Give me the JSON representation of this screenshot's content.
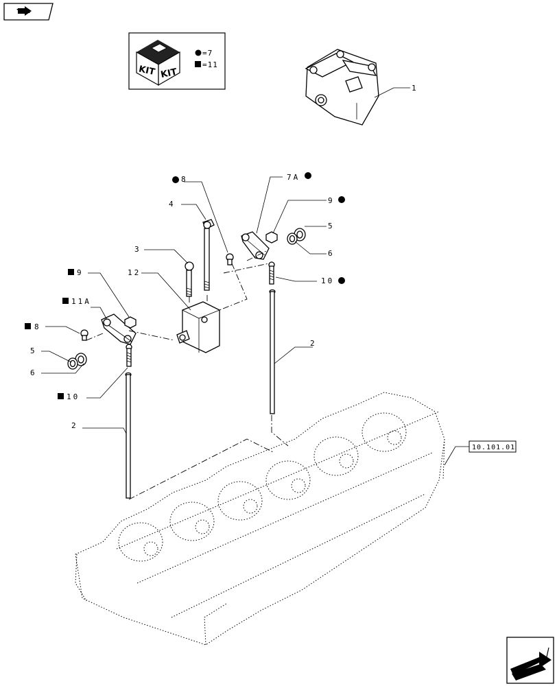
{
  "kit_box": {
    "kit_label_left": "KIT",
    "kit_label_right": "KIT",
    "legend": [
      {
        "symbol": "circle",
        "text": "=7"
      },
      {
        "symbol": "square",
        "text": "=11"
      }
    ]
  },
  "callouts": {
    "c1": "1",
    "c2_right": "2",
    "c2_left": "2",
    "c3": "3",
    "c4": "4",
    "c5_right": "5",
    "c5_left": "5",
    "c6_right": "6",
    "c6_left": "6",
    "c7a": "7A",
    "c8_top": "8",
    "c8_left": "8",
    "c9_right": "9",
    "c9_left": "9",
    "c10_right": "10",
    "c10_left": "10",
    "c11a": "11A",
    "c12": "12"
  },
  "reference": "10.101.01",
  "nav": {
    "top_icon": "book-arrow-icon",
    "bottom_icon": "next-page-arrow-icon"
  }
}
